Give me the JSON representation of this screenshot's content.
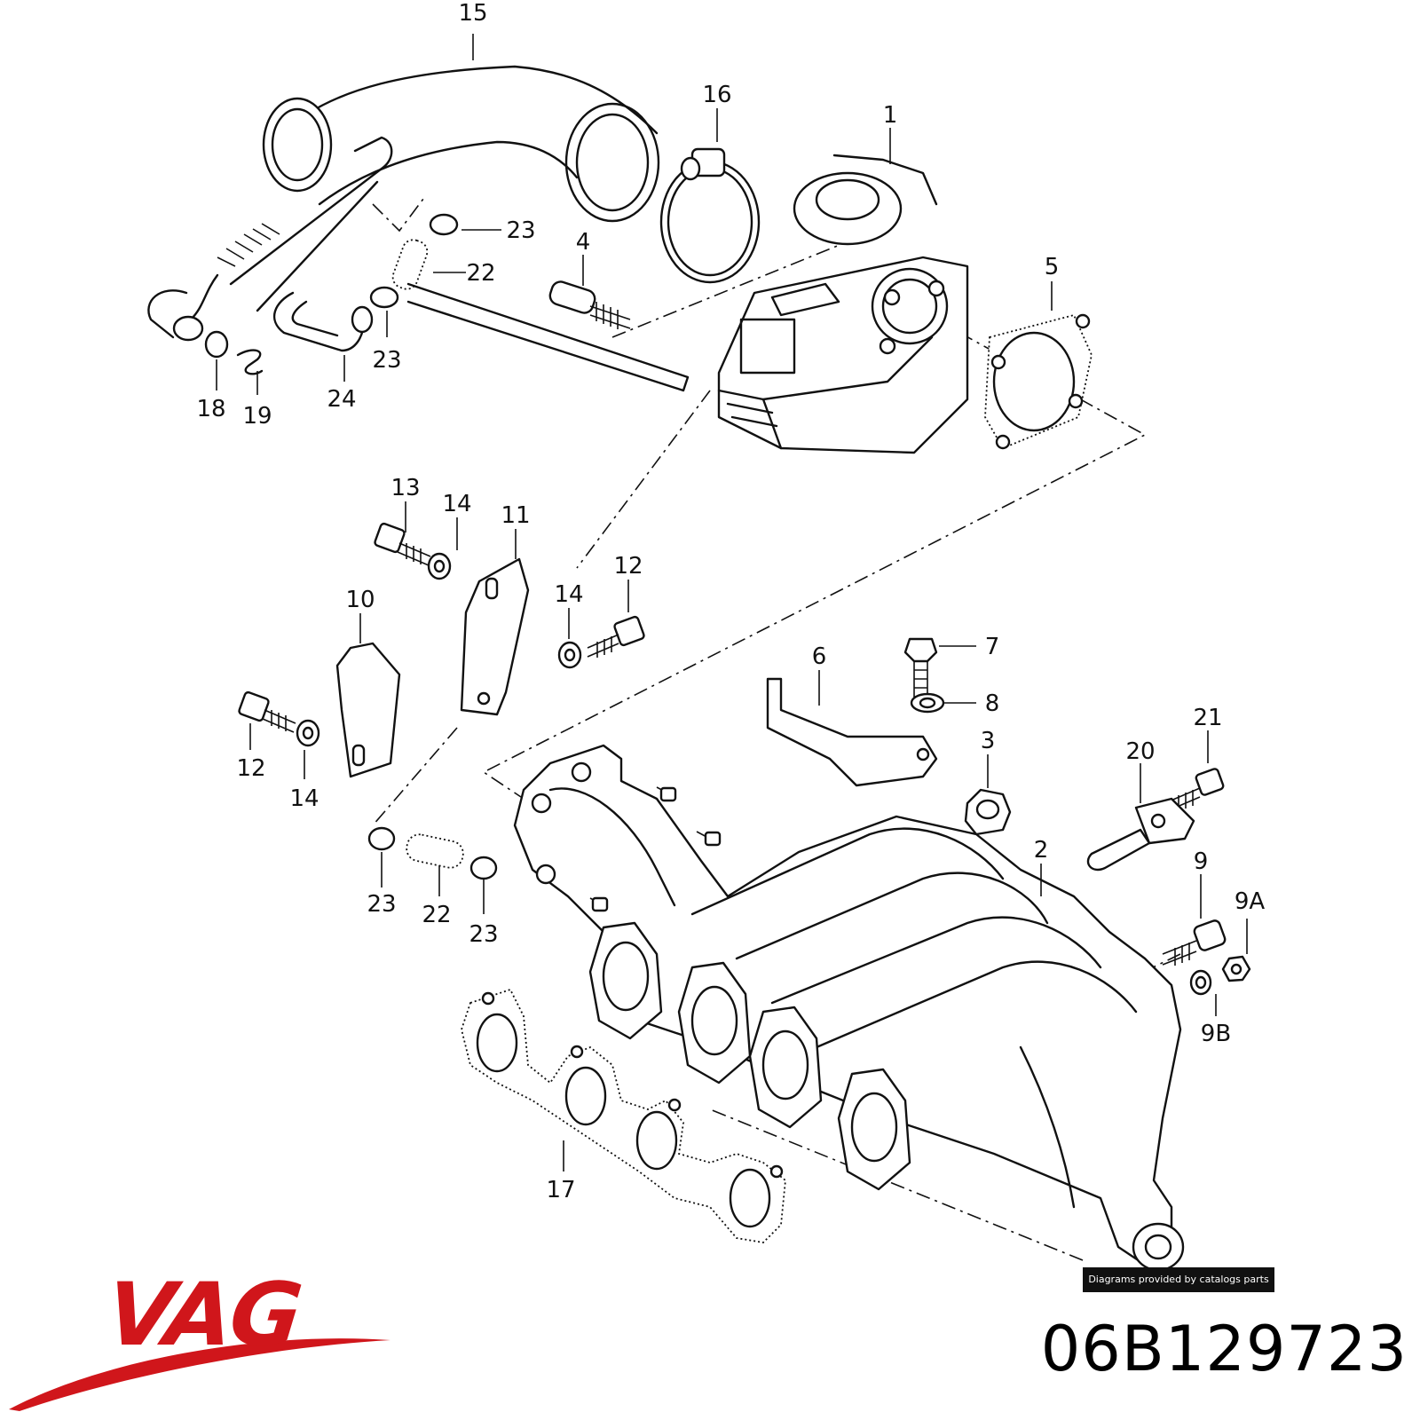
{
  "diagram": {
    "callouts": [
      "15",
      "16",
      "1",
      "23",
      "22",
      "4",
      "5",
      "23",
      "18",
      "19",
      "24",
      "13",
      "14",
      "11",
      "12",
      "14",
      "10",
      "12",
      "14",
      "7",
      "6",
      "8",
      "3",
      "21",
      "20",
      "2",
      "23",
      "22",
      "23",
      "9",
      "9A",
      "9B",
      "17"
    ]
  },
  "credit": {
    "text": "Diagrams provided by catalogs parts"
  },
  "brand": {
    "logo_text": "VAG",
    "color": "#d0161b",
    "icon": "vag-logo"
  },
  "part": {
    "number": "06B129723"
  }
}
